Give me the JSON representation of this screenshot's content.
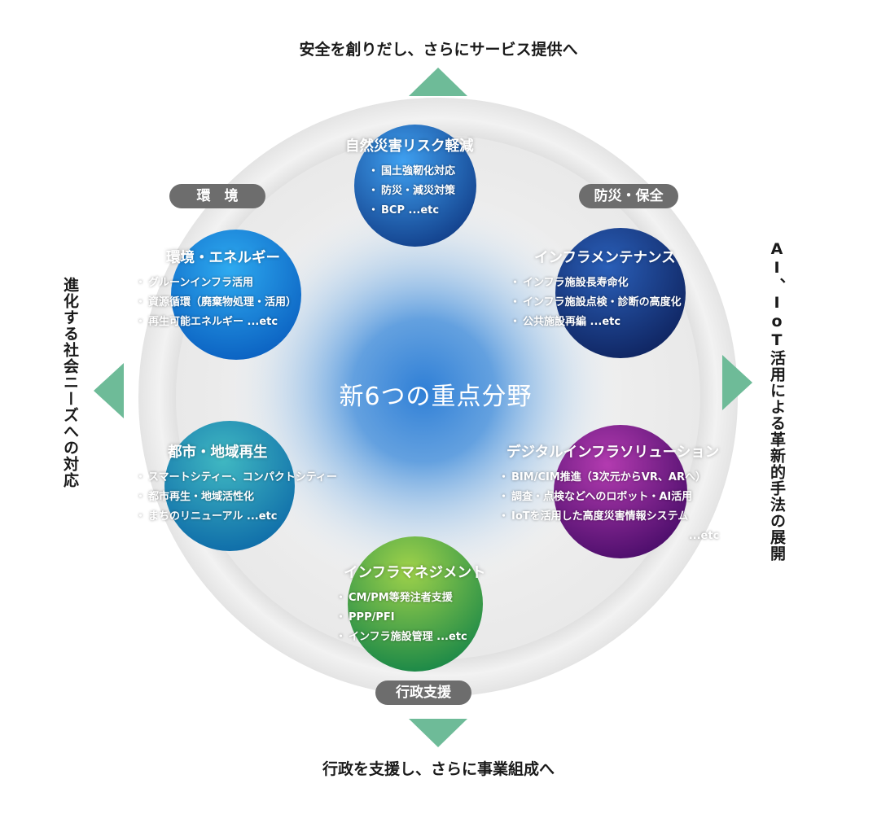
{
  "top_text": "安全を創りだし、さらにサービス提供へ",
  "bottom_text": "行政を支援し、さらに事業組成へ",
  "left_text": "進化する社会ニーズへの対応",
  "right_text": "AI、IoT活用による革新的手法の展開",
  "center_title": "新6つの重点分野",
  "pills": {
    "environment": "環　境",
    "disaster": "防災・保全",
    "admin": "行政支援"
  },
  "areas": [
    {
      "title": "自然災害リスク軽減",
      "items": [
        "国土強靭化対応",
        "防災・減災対策",
        "BCP ...etc"
      ]
    },
    {
      "title": "環境・エネルギー",
      "items": [
        "グルーンインフラ活用",
        "資源循環（廃棄物処理・活用）",
        "再生可能エネルギー ...etc"
      ]
    },
    {
      "title": "インフラメンテナンス",
      "items": [
        "インフラ施設長寿命化",
        "インフラ施設点検・診断の高度化",
        "公共施設再編 ...etc"
      ]
    },
    {
      "title": "都市・地域再生",
      "items": [
        "スマートシティー、コンパクトシティー",
        "都市再生・地域活性化",
        "まちのリニューアル ...etc"
      ]
    },
    {
      "title": "デジタルインフラソリューション",
      "items": [
        "BIM/CIM推進（3次元からVR、ARへ）",
        "調査・点検などへのロボット・AI活用",
        "IoTを活用した高度災害情報システム",
        "...etc"
      ]
    },
    {
      "title": "インフラマネジメント",
      "items": [
        "CM/PM等発注者支援",
        "PPP/PFI",
        "インフラ施設管理 ...etc"
      ]
    }
  ],
  "colors": {
    "ring": "#ebebeb",
    "arrow": "#6ebb98",
    "pill": "#6d6d6d",
    "disaster_bubble": "#1f63b8",
    "environment_bubble": "#1d8fe0",
    "maintenance_bubble": "#1d3f8c",
    "urban_bubble": "#2a9fb0",
    "digital_bubble": "#8a1d8a",
    "management_bubble": "#5aaa3a"
  }
}
